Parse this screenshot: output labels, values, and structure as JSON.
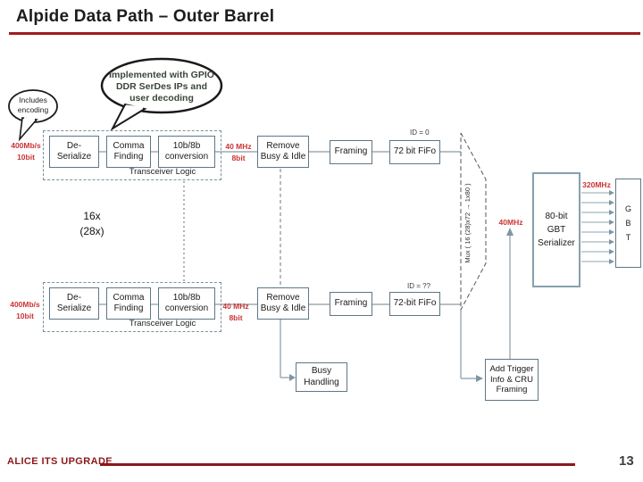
{
  "slide": {
    "title": "Alpide Data Path – Outer Barrel",
    "footer": "ALICE ITS UPGRADE",
    "page_number": "13"
  },
  "callouts": {
    "includes_encoding": "Includes encoding",
    "implemented": "Implemented with GPIO DDR SerDes IPs and user decoding"
  },
  "rows": {
    "top": {
      "input_rate": [
        "400Mb/s",
        "10bit"
      ],
      "mid_rate": [
        "40 MHz",
        "8bit"
      ],
      "deserialize": [
        "De-",
        "Serialize"
      ],
      "comma": [
        "Comma",
        "Finding"
      ],
      "conversion": [
        "10b/8b",
        "conversion"
      ],
      "transceiver_label": "Transceiver Logic",
      "remove_busy": [
        "Remove",
        "Busy & Idle"
      ],
      "framing": "Framing",
      "fifo": "72 bit FiFo",
      "fifo_id": "ID = 0"
    },
    "bottom": {
      "input_rate": [
        "400Mb/s",
        "10bit"
      ],
      "mid_rate": [
        "40 MHz",
        "8bit"
      ],
      "deserialize": [
        "De-",
        "Serialize"
      ],
      "comma": [
        "Comma",
        "Finding"
      ],
      "conversion": [
        "10b/8b",
        "conversion"
      ],
      "transceiver_label": "Transceiver Logic",
      "remove_busy": [
        "Remove",
        "Busy & Idle"
      ],
      "framing": "Framing",
      "fifo": "72-bit FiFo",
      "fifo_id": "ID = ??"
    }
  },
  "labels": {
    "multiplicity": [
      "16x",
      "(28x)"
    ],
    "mux": "Mux ( 16 (28)x72 → 1x80 )",
    "clock_40": "40MHz",
    "clock_320": "320MHz"
  },
  "blocks": {
    "serializer": [
      "80-bit",
      "GBT",
      "Serializer"
    ],
    "gbt": [
      "G",
      "B",
      "T"
    ],
    "busy_handling": [
      "Busy",
      "Handling"
    ],
    "add_trigger": [
      "Add Trigger",
      "Info & CRU",
      "Framing"
    ]
  },
  "colors": {
    "title_rule_red": "#9e1c1c",
    "rate_label_red": "#cc3333",
    "footer_red": "#8c1818",
    "block_border": "#5f7785"
  }
}
